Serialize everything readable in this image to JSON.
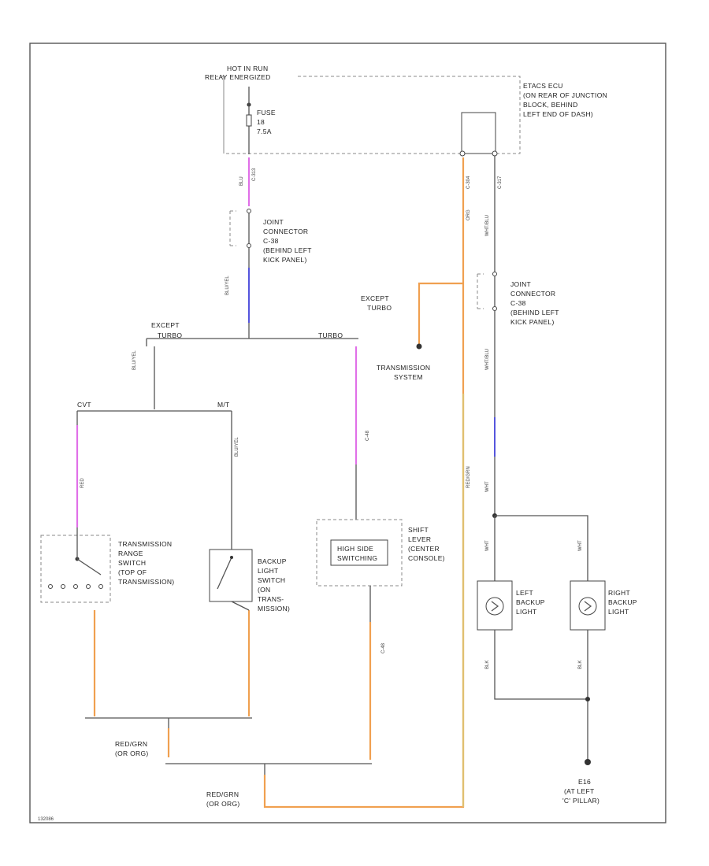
{
  "labels": {
    "hot_in_run": "HOT IN RUN",
    "relay_energized": "RELAY ENERGIZED",
    "fuse": "FUSE",
    "fuse_num": "18",
    "fuse_amp": "7.5A",
    "jb_1": "ETACS ECU",
    "jb_2": "(ON REAR OF JUNCTION",
    "jb_3": "BLOCK, BEHIND",
    "jb_4": "LEFT END OF DASH)",
    "jc1_1": "JOINT",
    "jc1_2": "CONNECTOR",
    "jc1_3": "C-38",
    "jc1_4": "(BEHIND LEFT",
    "jc1_5": "KICK PANEL)",
    "jc2_1": "JOINT",
    "jc2_2": "CONNECTOR",
    "jc2_3": "C-38",
    "jc2_4": "(BEHIND LEFT",
    "jc2_5": "KICK PANEL)",
    "except_turbo": "EXCEPT",
    "turbo_lbl": "TURBO",
    "turbo_right": "TURBO",
    "except_turbo_2a": "EXCEPT",
    "except_turbo_2b": "TURBO",
    "trans_sys_1": "TRANSMISSION",
    "trans_sys_2": "SYSTEM",
    "cvt": "CVT",
    "mt": "M/T",
    "trs_1": "TRANSMISSION",
    "trs_2": "RANGE",
    "trs_3": "SWITCH",
    "trs_4": "(TOP OF",
    "trs_5": "TRANSMISSION)",
    "bls_1": "BACKUP",
    "bls_2": "LIGHT",
    "bls_3": "SWITCH",
    "bls_4": "(ON",
    "bls_5": "TRANS-",
    "bls_6": "MISSION)",
    "shift_box": "HIGH SIDE",
    "shift_box_2": "SWITCHING",
    "sl_1": "SHIFT",
    "sl_2": "LEVER",
    "sl_3": "(CENTER",
    "sl_4": "CONSOLE)",
    "lbl_1": "LEFT",
    "lbl_2": "BACKUP",
    "lbl_3": "LIGHT",
    "rbl_1": "RIGHT",
    "rbl_2": "BACKUP",
    "rbl_3": "LIGHT",
    "rg1_1": "RED/GRN",
    "rg1_2": "(OR ORG)",
    "rg2_1": "RED/GRN",
    "rg2_2": "(OR ORG)",
    "gnd_1": "E16",
    "gnd_2": "(AT LEFT",
    "gnd_3": "'C' PILLAR)",
    "fig_id": "132086"
  },
  "wire_labels": {
    "w1": "BLU",
    "w2": "C-313",
    "w3": "BLU/YEL",
    "w4": "ORG",
    "w5": "C-304",
    "w6": "C-317",
    "w7": "WHT/BLU",
    "w8": "BLU/YEL",
    "w9": "RED",
    "w10": "BLU/YEL",
    "w11": "C-48",
    "w12": "RED/GRN",
    "w13": "WHT",
    "w14": "BLK"
  }
}
